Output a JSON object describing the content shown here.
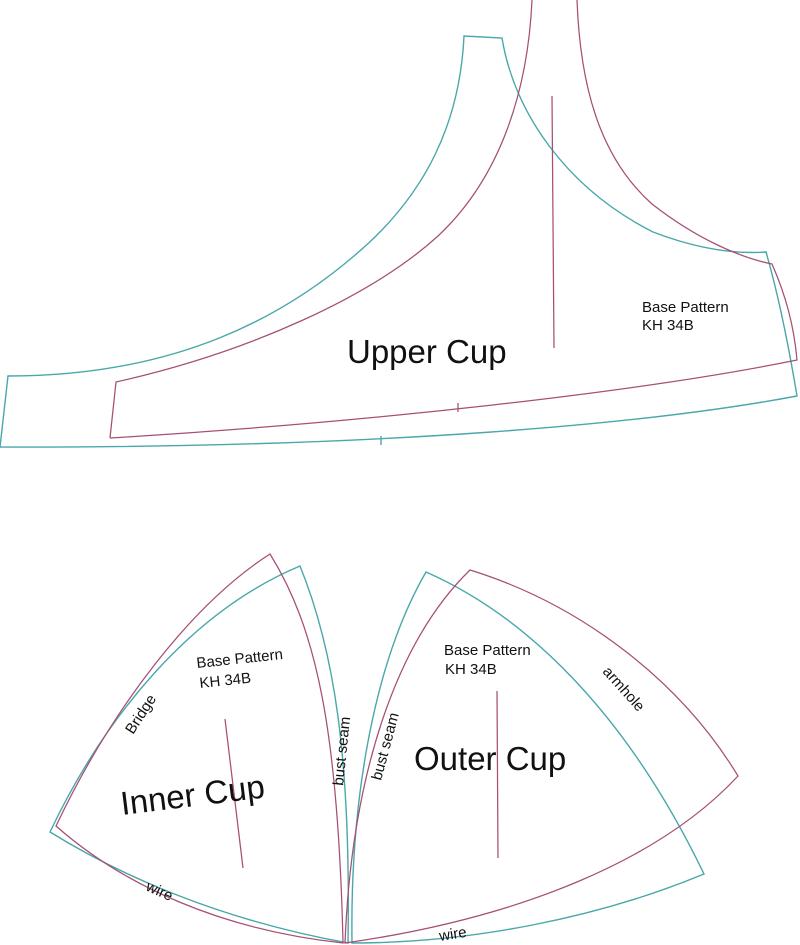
{
  "colors": {
    "seam_allowance_line": "#4aa7aa",
    "pattern_line": "#a64f72",
    "text": "#111111",
    "background": "#ffffff"
  },
  "pieces": {
    "upper_cup": {
      "title": "Upper Cup",
      "base_pattern": "Base Pattern",
      "size": "KH 34B"
    },
    "inner_cup": {
      "title": "Inner Cup",
      "base_pattern": "Base Pattern",
      "size": "KH 34B",
      "edges": {
        "bridge": "Bridge",
        "bust_seam": "bust seam",
        "wire": "wire"
      }
    },
    "outer_cup": {
      "title": "Outer Cup",
      "base_pattern": "Base Pattern",
      "size": "KH 34B",
      "edges": {
        "bust_seam": "bust seam",
        "armhole": "armhole",
        "wire": "wire"
      }
    }
  }
}
